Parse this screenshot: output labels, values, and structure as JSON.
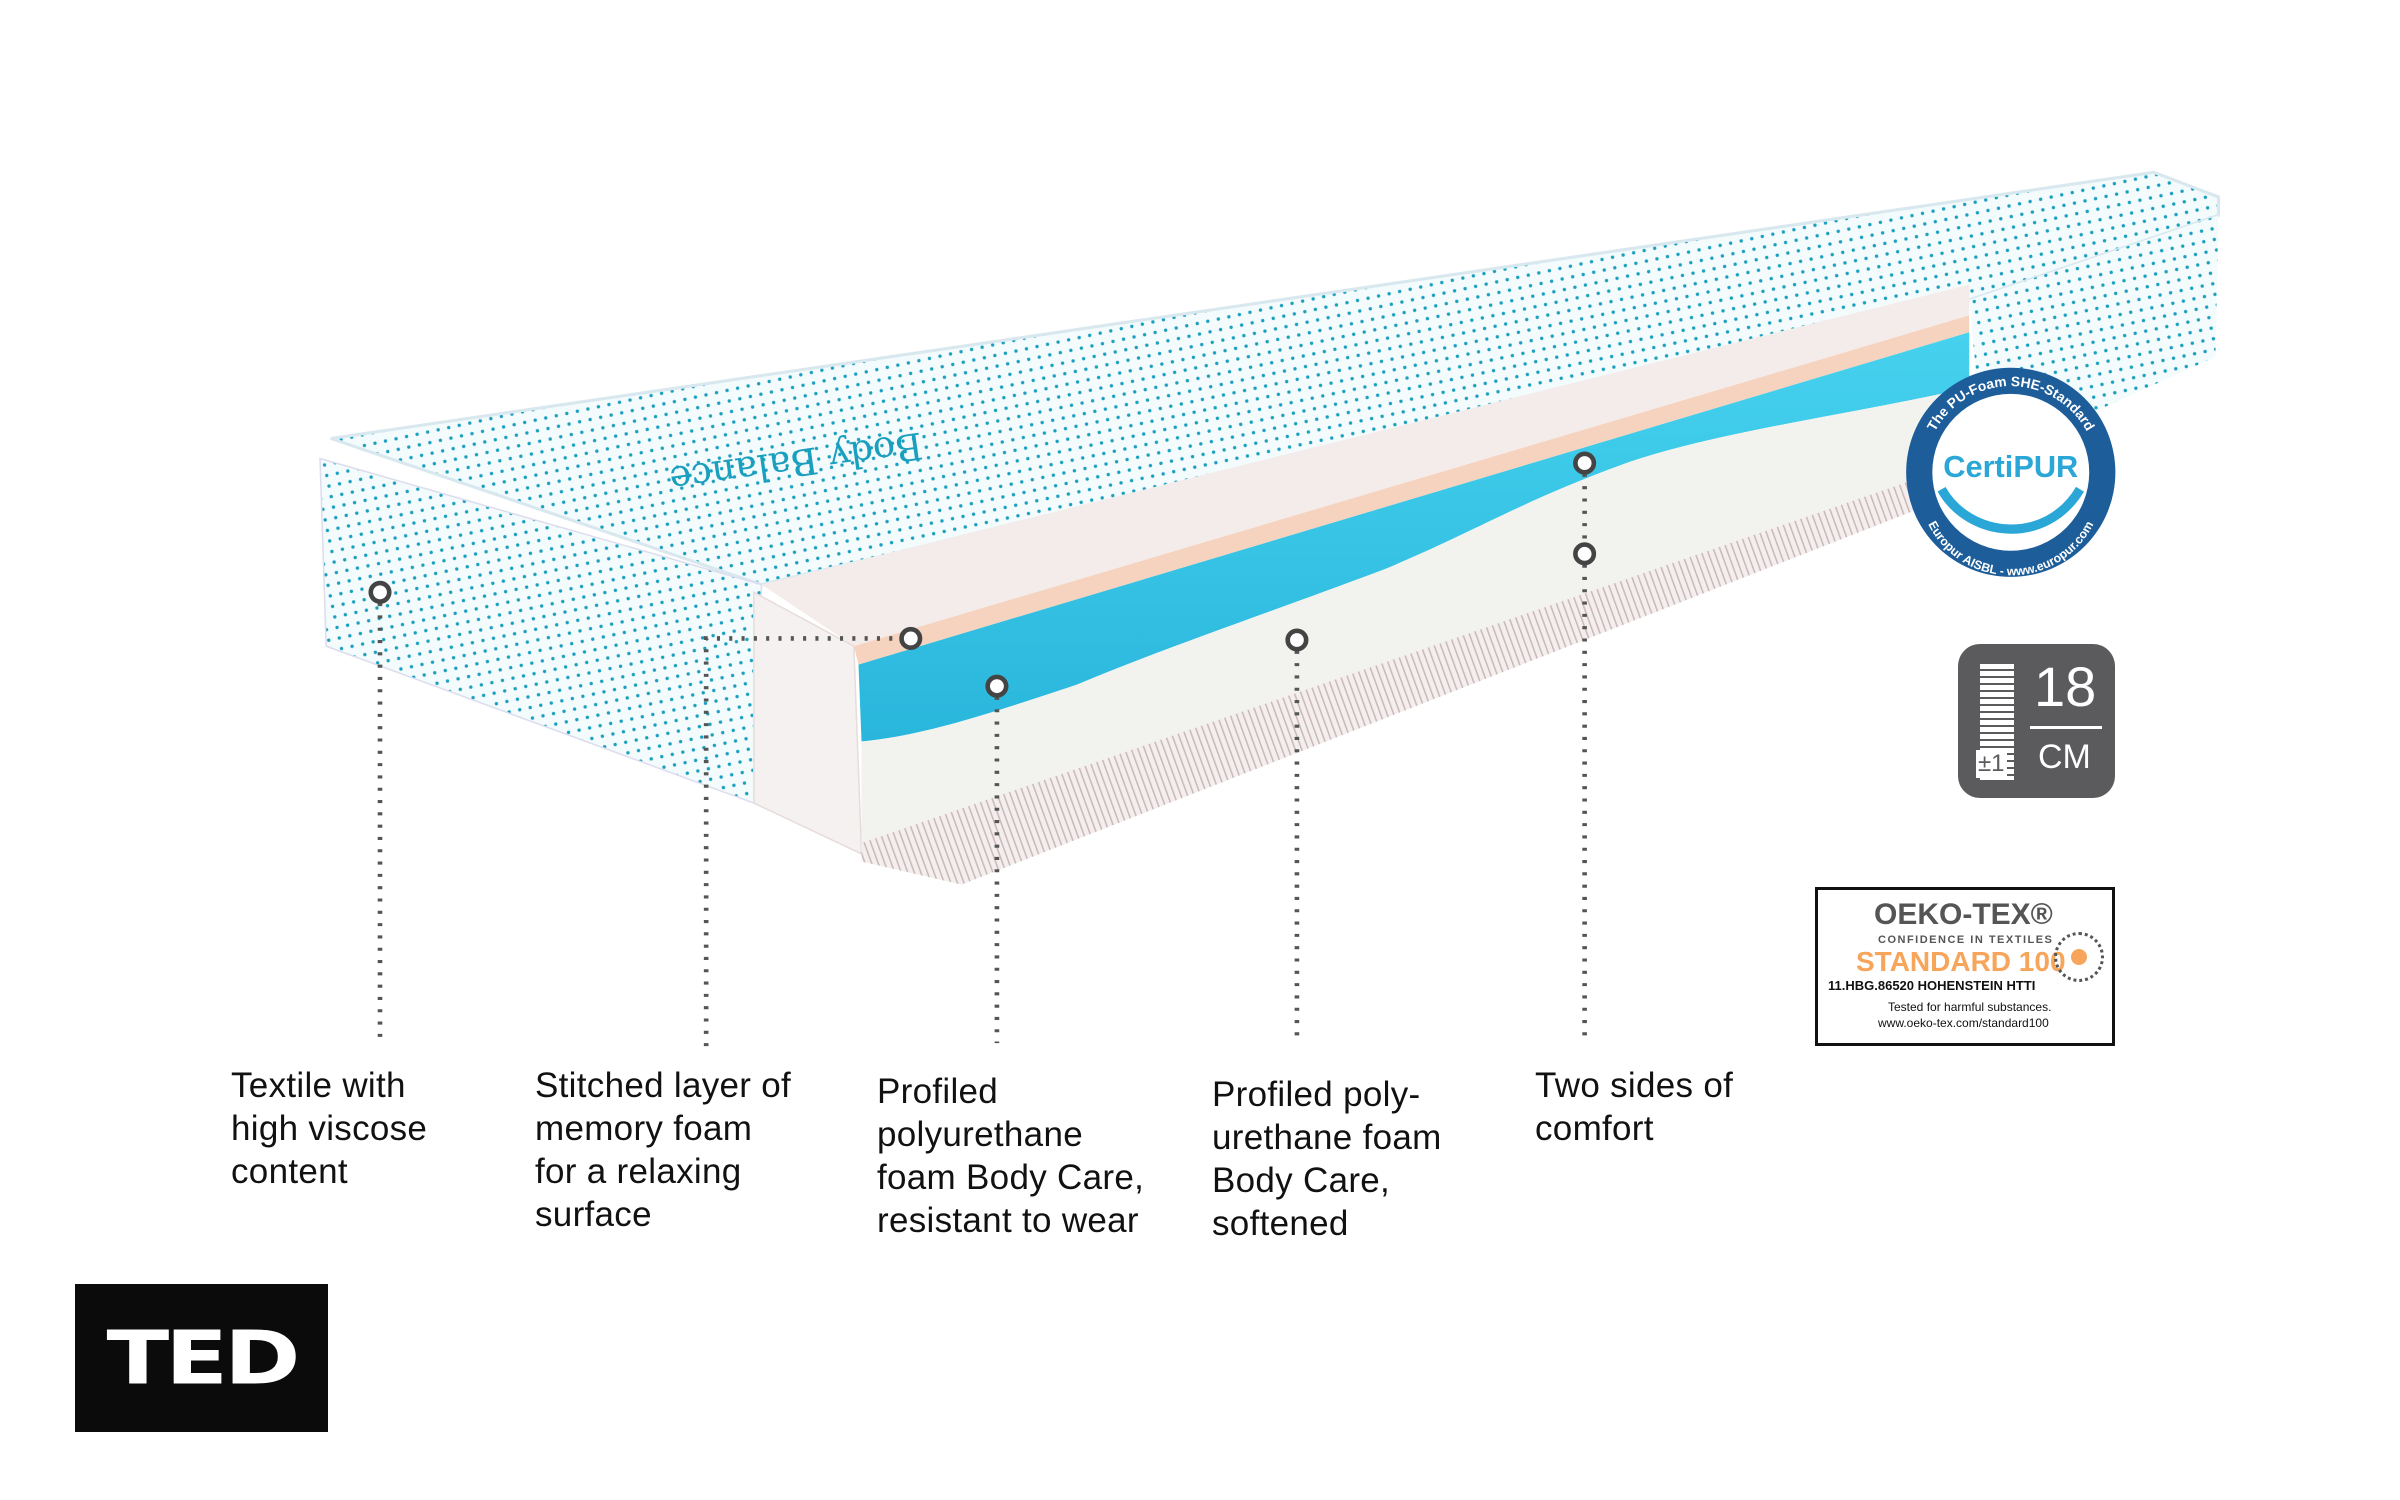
{
  "callouts": [
    {
      "text": "Textile with\nhigh viscose\ncontent"
    },
    {
      "text": "Stitched layer of\nmemory foam\nfor a relaxing\nsurface"
    },
    {
      "text": "Profiled\npolyurethane\nfoam Body Care,\nresistant to wear"
    },
    {
      "text": "Profiled poly-\nurethane foam\nBody Care,\nsoftened"
    },
    {
      "text": "Two sides of\ncomfort"
    }
  ],
  "height_badge": {
    "value": "18",
    "unit": "CM",
    "tolerance": "±1"
  },
  "certipur": {
    "name": "CertiPUR",
    "top_text": "The PU-Foam SHE-Standard",
    "bottom_text": "Europur AISBL - www.europur.com"
  },
  "oekotex": {
    "title": "OEKO-TEX®",
    "tagline": "CONFIDENCE IN TEXTILES",
    "standard": "STANDARD 100",
    "code": "11.HBG.86520 HOHENSTEIN HTTI",
    "note": "Tested for harmful substances.",
    "url": "www.oeko-tex.com/standard100"
  },
  "brand": {
    "logo": "TED"
  },
  "mattress_print": {
    "text": "Body Balance"
  },
  "colors": {
    "foam_blue": "#3cc8e6",
    "memory_peach": "#f6d3bf",
    "textile_dot": "#1a9fbf",
    "badge_gray": "#5b5b5d",
    "certipur_blue": "#1d5d99"
  }
}
